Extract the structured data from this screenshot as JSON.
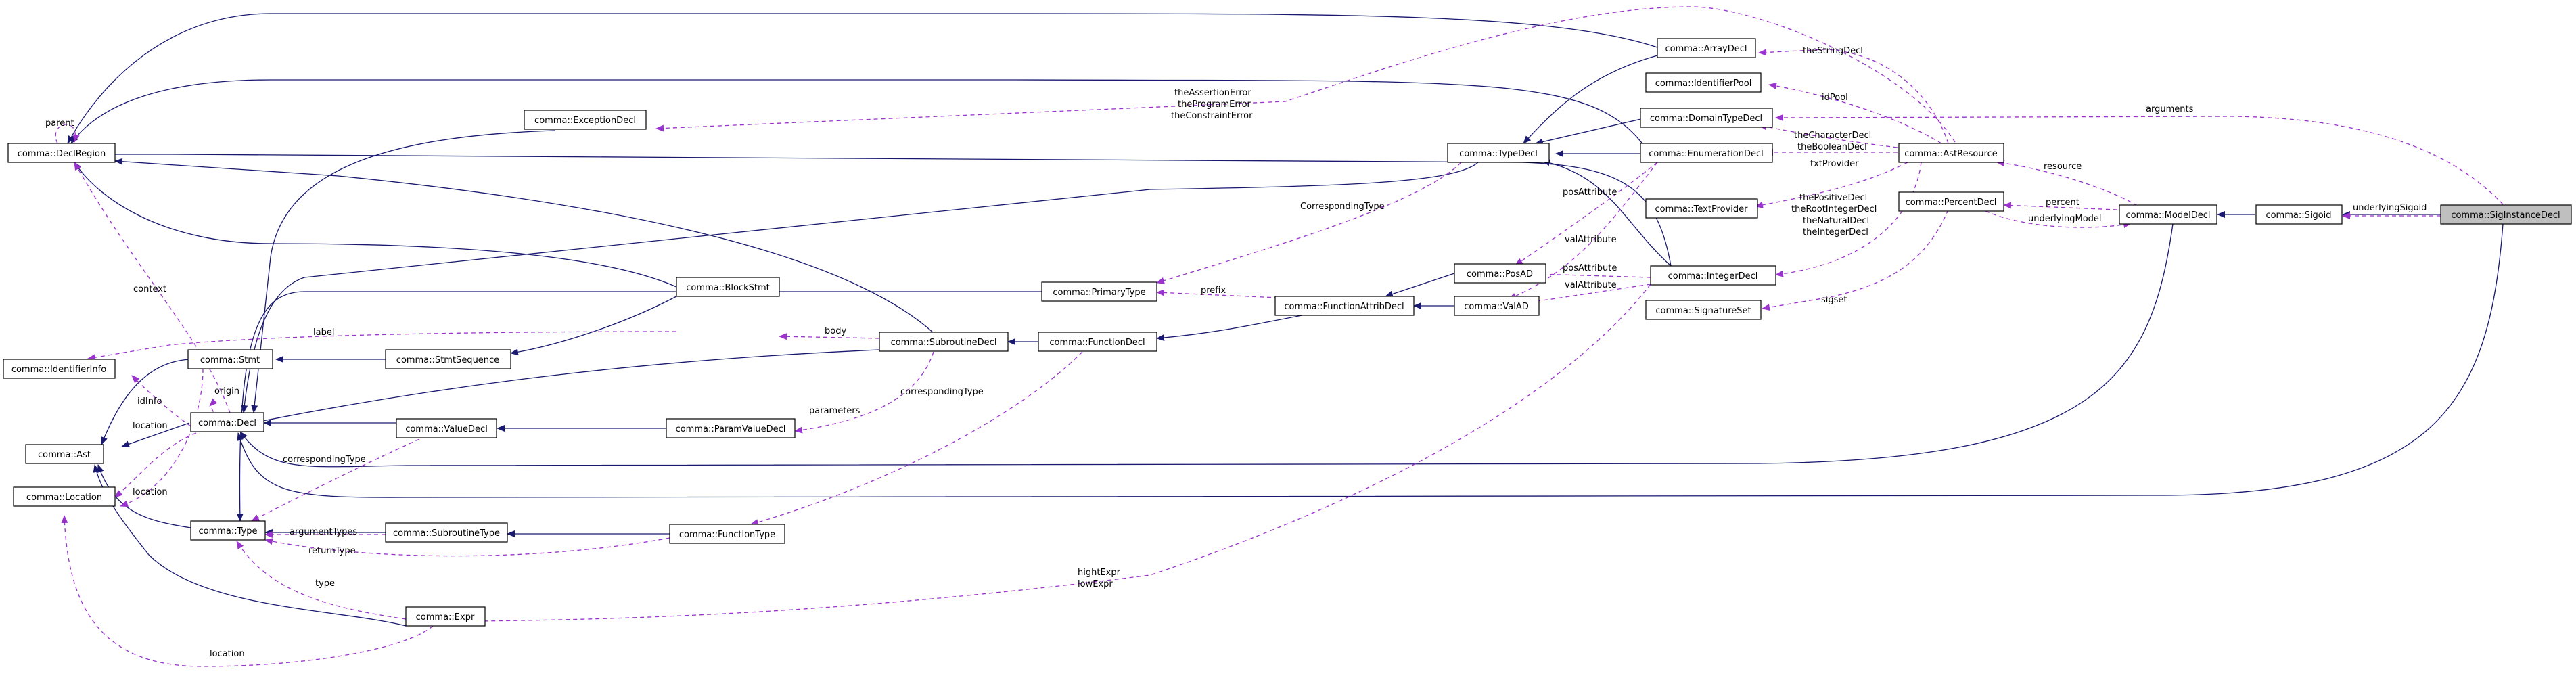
{
  "nodes": {
    "SigInstanceDecl": "comma::SigInstanceDecl",
    "Sigoid": "comma::Sigoid",
    "ModelDecl": "comma::ModelDecl",
    "AstResource": "comma::AstResource",
    "PercentDecl": "comma::PercentDecl",
    "ArrayDecl": "comma::ArrayDecl",
    "IdentifierPool": "comma::IdentifierPool",
    "DomainTypeDecl": "comma::DomainTypeDecl",
    "EnumerationDecl": "comma::EnumerationDecl",
    "TextProvider": "comma::TextProvider",
    "IntegerDecl": "comma::IntegerDecl",
    "SignatureSet": "comma::SignatureSet",
    "TypeDecl": "comma::TypeDecl",
    "PosAD": "comma::PosAD",
    "ValAD": "comma::ValAD",
    "FunctionAttribDecl": "comma::FunctionAttribDecl",
    "PrimaryType": "comma::PrimaryType",
    "FunctionDecl": "comma::FunctionDecl",
    "SubroutineDecl": "comma::SubroutineDecl",
    "BlockStmt": "comma::BlockStmt",
    "ExceptionDecl": "comma::ExceptionDecl",
    "DeclRegion": "comma::DeclRegion",
    "IdentifierInfo": "comma::IdentifierInfo",
    "Ast": "comma::Ast",
    "Location": "comma::Location",
    "Stmt": "comma::Stmt",
    "Decl": "comma::Decl",
    "StmtSequence": "comma::StmtSequence",
    "ValueDecl": "comma::ValueDecl",
    "ParamValueDecl": "comma::ParamValueDecl",
    "Type": "comma::Type",
    "SubroutineType": "comma::SubroutineType",
    "FunctionType": "comma::FunctionType",
    "Expr": "comma::Expr"
  },
  "edge_labels": {
    "arguments": "arguments",
    "underlyingSigoid": "underlyingSigoid",
    "resource": "resource",
    "percent": "percent",
    "underlyingModel": "underlyingModel",
    "sigset": "sigset",
    "theStringDecl": "theStringDecl",
    "idPool": "idPool",
    "theCharacterDecl": "theCharacterDecl",
    "theBooleanDecl": "theBooleanDecl",
    "txtProvider": "txtProvider",
    "thePositiveDecl": "thePositiveDecl",
    "theRootIntegerDecl": "theRootIntegerDecl",
    "theNaturalDecl": "theNaturalDecl",
    "theIntegerDecl": "theIntegerDecl",
    "theAssertionError": "theAssertionError",
    "theProgramError": "theProgramError",
    "theConstraintError": "theConstraintError",
    "posAttribute1": "posAttribute",
    "posAttribute2": "posAttribute",
    "valAttribute1": "valAttribute",
    "valAttribute2": "valAttribute",
    "CorrespondingType": "CorrespondingType",
    "prefix": "prefix",
    "body": "body",
    "label": "label",
    "parameters": "parameters",
    "correspondingType1": "correspondingType",
    "correspondingType2": "correspondingType",
    "parent": "parent",
    "context": "context",
    "origin": "origin",
    "idInfo": "idInfo",
    "location1": "location",
    "location2": "location",
    "location3": "location",
    "argumentTypes": "argumentTypes",
    "returnType": "returnType",
    "type": "type",
    "hightExpr": "hightExpr",
    "lowExpr": "lowExpr"
  }
}
